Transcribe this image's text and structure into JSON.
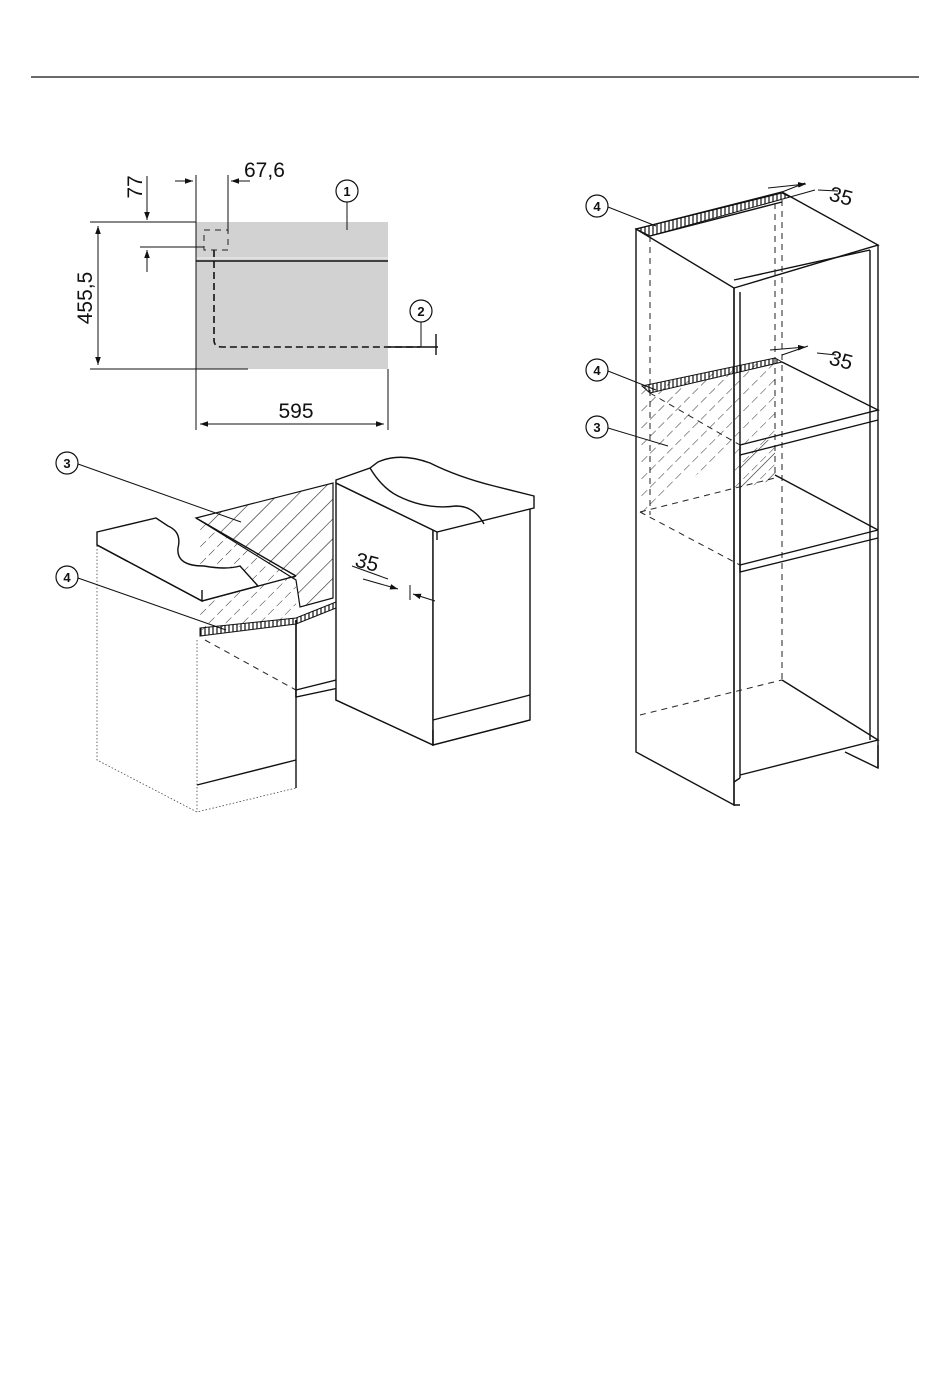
{
  "dimensions": {
    "d77": "77",
    "d67_6": "67,6",
    "d455_5": "455,5",
    "d595": "595",
    "d35": "35"
  },
  "callouts": {
    "c1": "1",
    "c2": "2",
    "c3": "3",
    "c4": "4"
  },
  "colors": {
    "appliance_fill": "#d2d2d2",
    "line": "#111111",
    "cut_line": "#999999"
  }
}
